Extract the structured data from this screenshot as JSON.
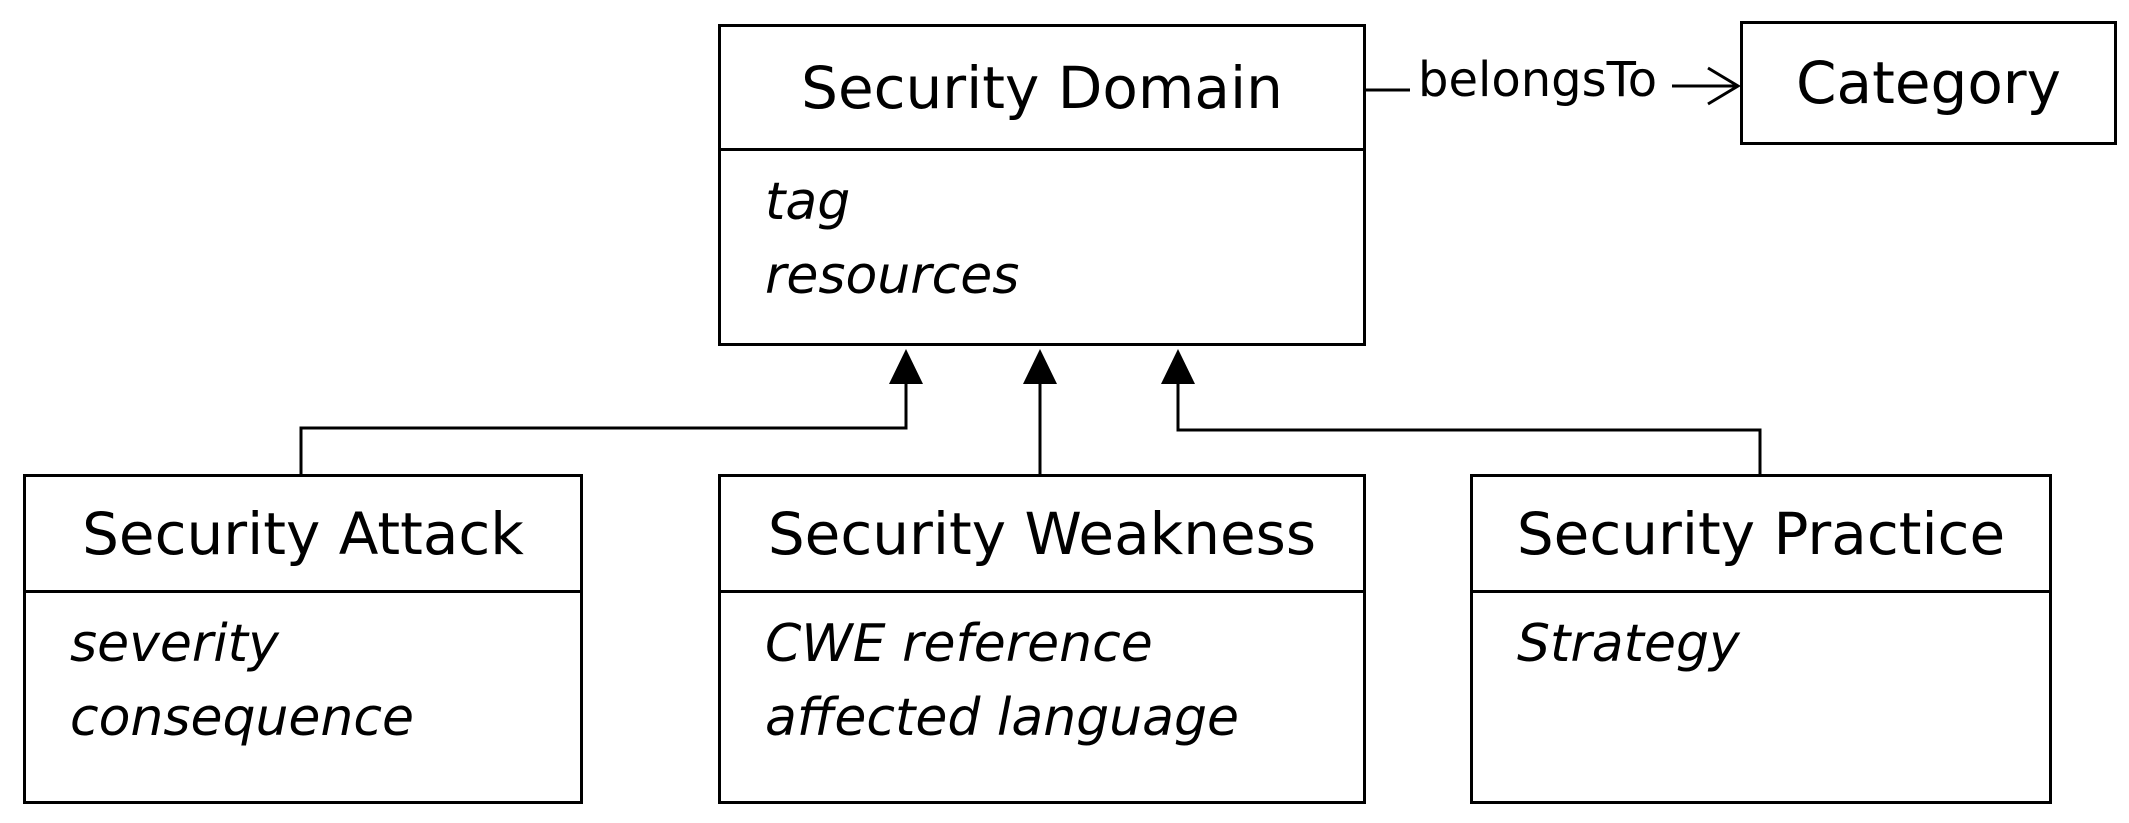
{
  "diagram": {
    "classes": {
      "domain": {
        "name": "Security Domain",
        "attributes": [
          "tag",
          "resources"
        ]
      },
      "category": {
        "name": "Category"
      },
      "attack": {
        "name": "Security Attack",
        "attributes": [
          "severity",
          "consequence"
        ]
      },
      "weakness": {
        "name": "Security Weakness",
        "attributes": [
          "CWE reference",
          "affected language"
        ]
      },
      "practice": {
        "name": "Security Practice",
        "attributes": [
          "Strategy"
        ]
      }
    },
    "association": {
      "label": "belongsTo"
    }
  }
}
